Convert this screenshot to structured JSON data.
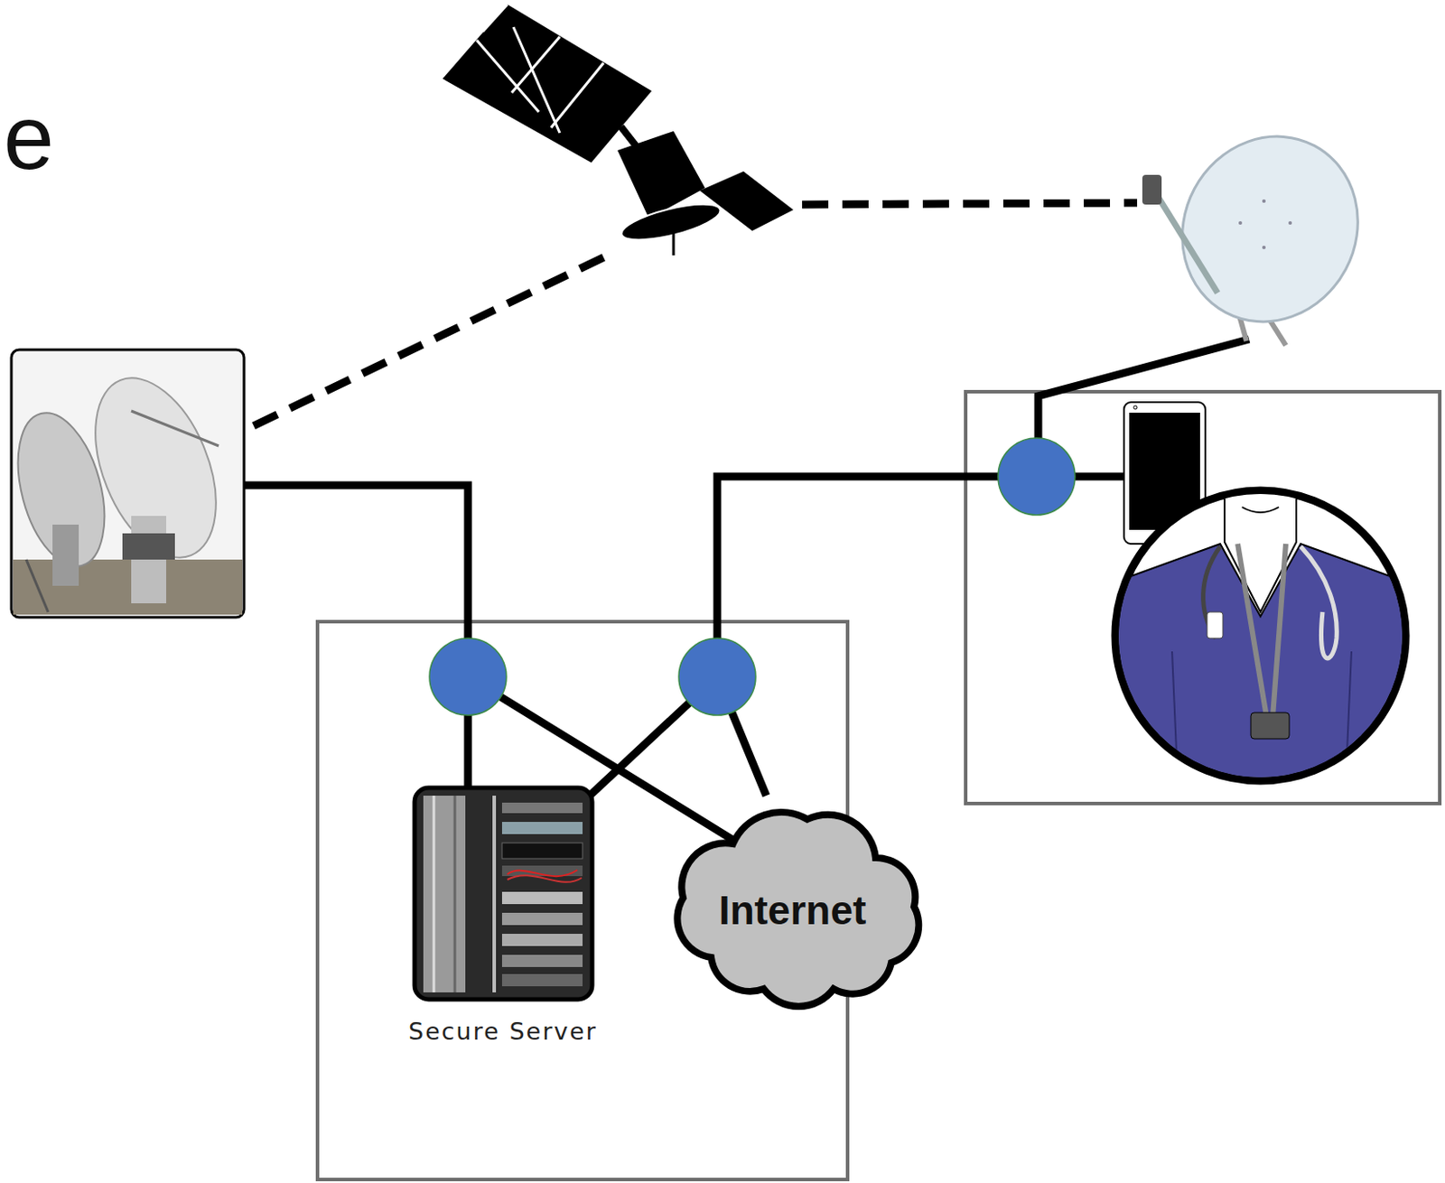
{
  "diagram": {
    "nodes": [
      {
        "text": [
          "Secure Server"
        ]
      },
      {
        "text": [
          "Internet"
        ]
      }
    ],
    "labels": [
      "e"
    ]
  }
}
